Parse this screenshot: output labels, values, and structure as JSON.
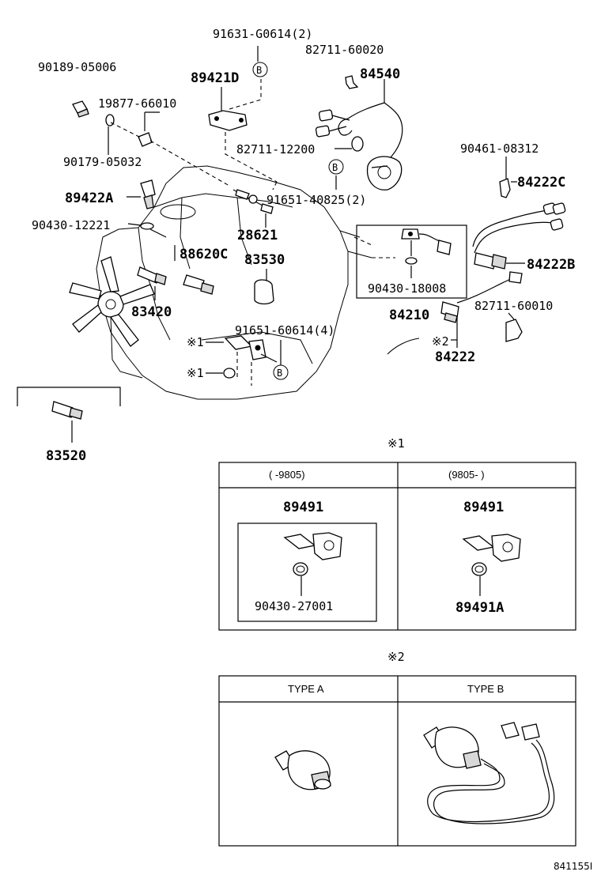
{
  "labels": {
    "p91631": "91631-G0614(2)",
    "p90189": "90189-05006",
    "p82711_60020": "82711-60020",
    "p84540": "84540",
    "p89421D": "89421D",
    "p19877": "19877-66010",
    "p90179": "90179-05032",
    "p82711_12200": "82711-12200",
    "p90461": "90461-08312",
    "p89422A": "89422A",
    "p91651_40825": "91651-40825(2)",
    "p84222C": "84222C",
    "p90430_12221": "90430-12221",
    "p28621": "28621",
    "p88620C": "88620C",
    "p83530": "83530",
    "p84222B": "84222B",
    "p90430_18008": "90430-18008",
    "p83420": "83420",
    "p84210": "84210",
    "p82711_60010": "82711-60010",
    "p91651_60614": "91651-60614(4)",
    "p84222": "84222",
    "p83520": "83520",
    "ref1a": "※1",
    "ref1b": "※1",
    "ref2a": "※2",
    "ref1_title": "※1",
    "ref2_title": "※2",
    "circleB1": "B",
    "circleB2": "B",
    "circleB3": "B",
    "fig_id": "841155I"
  },
  "table1": {
    "col_left": "(      -9805)",
    "col_right": "(9805-      )",
    "left_part": "89491",
    "left_sub": "90430-27001",
    "right_part": "89491",
    "right_sub": "89491A"
  },
  "table2": {
    "col_left": "TYPE A",
    "col_right": "TYPE B"
  }
}
